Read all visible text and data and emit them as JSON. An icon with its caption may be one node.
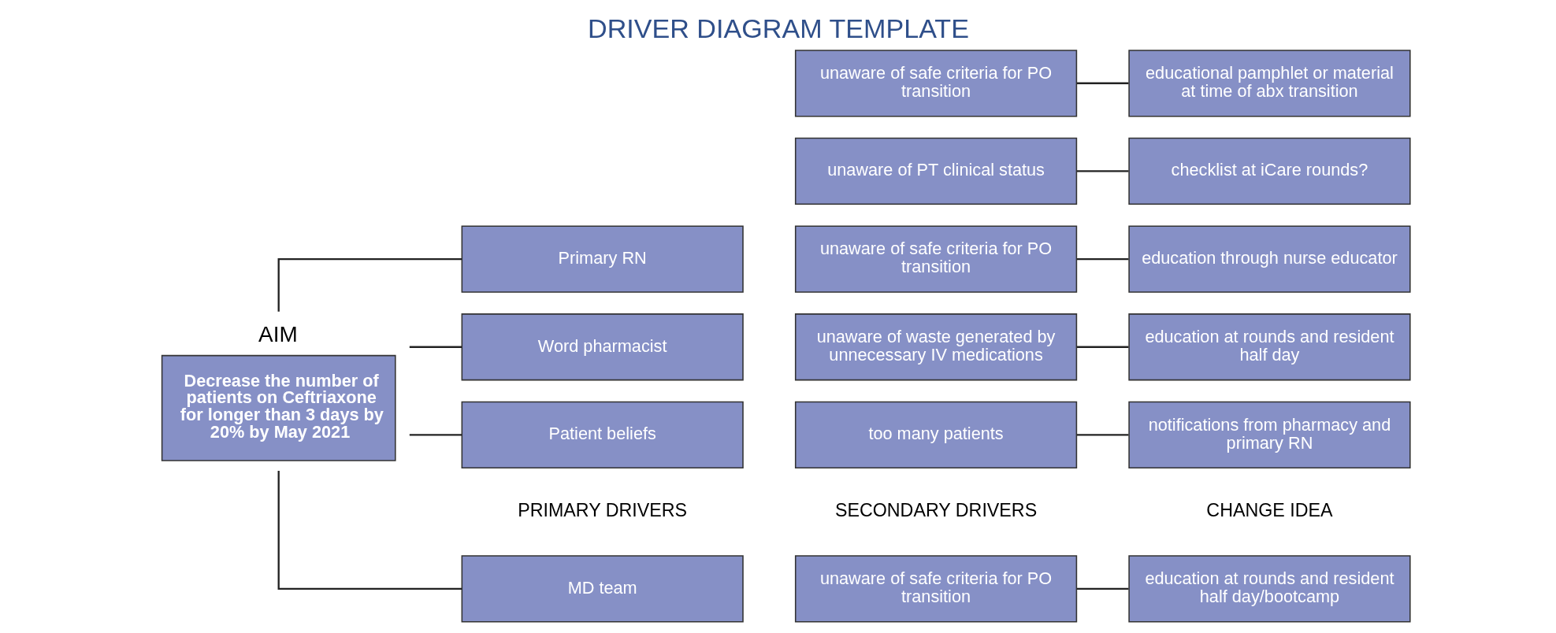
{
  "diagram": {
    "title": "DRIVER DIAGRAM TEMPLATE",
    "nodes": [
      {
        "text": [
          "AIM",
          "Decrease the number of patients on Ceftriaxone for longer than 3 days by 20% by May 2021"
        ]
      },
      {
        "text": [
          "MD team"
        ]
      },
      {
        "text": [
          "Primary RN"
        ]
      },
      {
        "text": [
          "Word pharmacist"
        ]
      },
      {
        "text": [
          "Patient beliefs"
        ]
      },
      {
        "text": [
          "unaware of safe criteria for PO transition"
        ]
      },
      {
        "text": [
          "too many patients"
        ]
      },
      {
        "text": [
          "unaware of waste generated by unnecessary IV medications"
        ]
      },
      {
        "text": [
          "unaware of safe criteria for PO transition"
        ]
      },
      {
        "text": [
          "unaware of PT clinical status"
        ]
      },
      {
        "text": [
          "unaware of safe criteria for PO transition"
        ]
      },
      {
        "text": [
          "education at rounds and resident half day/bootcamp"
        ]
      },
      {
        "text": [
          "notifications from pharmacy and primary RN"
        ]
      },
      {
        "text": [
          "education at rounds and resident half day"
        ]
      },
      {
        "text": [
          "education through nurse educator"
        ]
      },
      {
        "text": [
          "checklist at iCare rounds?"
        ]
      },
      {
        "text": [
          "educational pamphlet or material at time of abx transition"
        ]
      }
    ],
    "edges": [
      {
        "from": 0,
        "to": 1,
        "arrow": "none"
      },
      {
        "from": 0,
        "to": 2,
        "arrow": "none"
      },
      {
        "from": 0,
        "to": 3,
        "arrow": "none"
      },
      {
        "from": 0,
        "to": 4,
        "arrow": "none"
      },
      {
        "from": 5,
        "to": 11,
        "arrow": "none"
      },
      {
        "from": 6,
        "to": 12,
        "arrow": "none"
      },
      {
        "from": 7,
        "to": 13,
        "arrow": "none"
      },
      {
        "from": 8,
        "to": 14,
        "arrow": "none"
      },
      {
        "from": 9,
        "to": 15,
        "arrow": "none"
      },
      {
        "from": 10,
        "to": 16,
        "arrow": "none"
      }
    ],
    "labels": [
      "PRIMARY DRIVERS",
      "SECONDARY DRIVERS",
      "CHANGE IDEA"
    ]
  }
}
